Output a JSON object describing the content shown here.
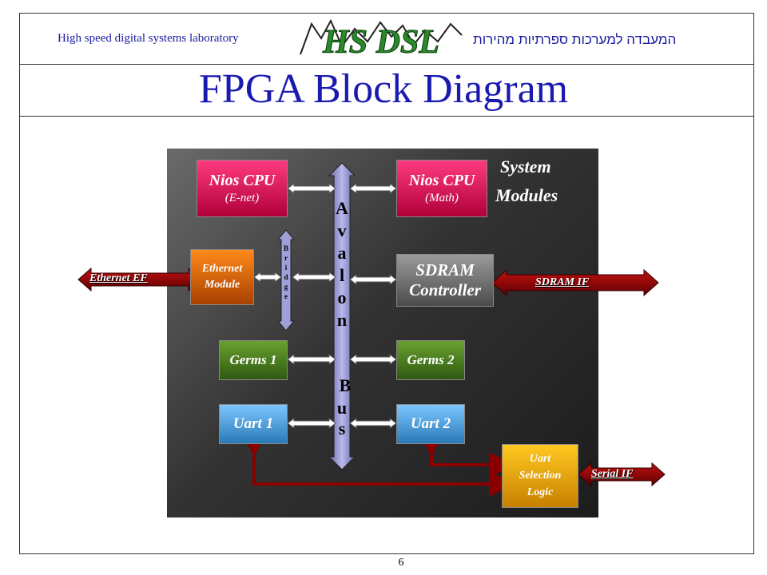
{
  "header": {
    "lab_english": "High speed digital systems laboratory",
    "lab_hebrew": "המעבדה למערכות ספרתיות מהירות",
    "logo_text": "HS DSL"
  },
  "title": "FPGA Block Diagram",
  "page_number": "6",
  "diagram": {
    "system_modules_line1": "System",
    "system_modules_line2": "Modules",
    "bus_letters_top": [
      "A",
      "v",
      "a",
      "l",
      "o",
      "n"
    ],
    "bus_letters_bottom": [
      "B",
      "u",
      "s"
    ],
    "bridge_letters": [
      "B",
      "r",
      "i",
      "d",
      "g",
      "e"
    ],
    "nios1": {
      "name": "Nios CPU",
      "sub": "(E-net)"
    },
    "nios2": {
      "name": "Nios CPU",
      "sub": "(Math)"
    },
    "ethernet": {
      "line1": "Ethernet",
      "line2": "Module"
    },
    "sdram": {
      "line1": "SDRAM",
      "line2": "Controller"
    },
    "germs1": "Germs 1",
    "germs2": "Germs 2",
    "uart1": "Uart 1",
    "uart2": "Uart 2",
    "uart_selection": {
      "line1": "Uart",
      "line2": "Selection",
      "line3": "Logic"
    },
    "ethernet_if": "Ethernet EF",
    "sdram_if": "SDRAM IF",
    "serial_if": "Serial IF"
  },
  "colors": {
    "title_blue": "#1a1ab0",
    "bus_purple": "#9a9ad8",
    "if_red": "#8a0000",
    "connector_red": "#8a0000"
  }
}
